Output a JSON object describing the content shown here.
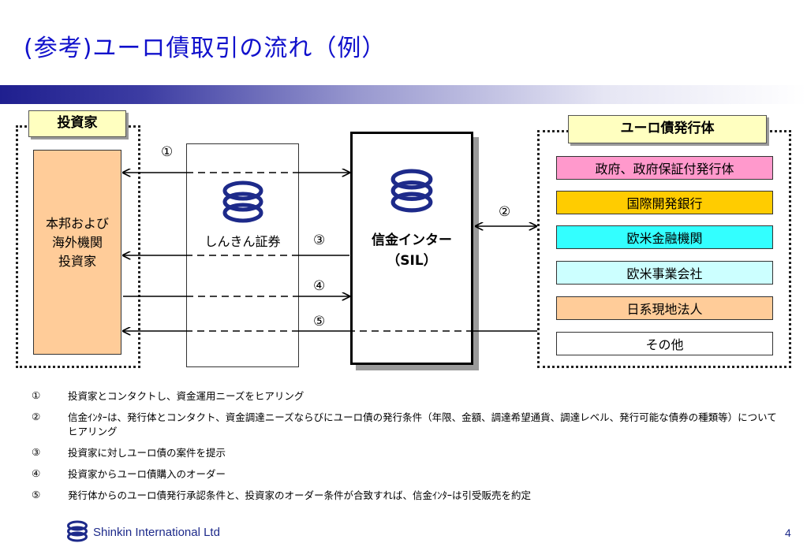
{
  "title": "(参考)ユーロ債取引の流れ（例）",
  "investor": {
    "tag": "投資家",
    "box_lines": [
      "本邦および",
      "海外機関",
      "投資家"
    ]
  },
  "shinkin_securities": {
    "name": "しんきん証券"
  },
  "sil": {
    "name": "信金インター",
    "abbr": "（SIL）"
  },
  "issuer": {
    "tag": "ユーロ債発行体",
    "items": [
      {
        "label": "政府、政府保証付発行体",
        "color": "#ff99cc"
      },
      {
        "label": "国際開発銀行",
        "color": "#ffcc00"
      },
      {
        "label": "欧米金融機関",
        "color": "#33ffff"
      },
      {
        "label": "欧米事業会社",
        "color": "#ccffff"
      },
      {
        "label": "日系現地法人",
        "color": "#ffcc99"
      },
      {
        "label": "その他",
        "color": "#ffffff"
      }
    ]
  },
  "flow_markers": [
    "①",
    "②",
    "③",
    "④",
    "⑤"
  ],
  "notes": [
    {
      "num": "①",
      "text": "投資家とコンタクトし、資金運用ニーズをヒアリング"
    },
    {
      "num": "②",
      "text": "信金ｲﾝﾀｰは、発行体とコンタクト、資金調達ニーズならびにユーロ債の発行条件（年限、金額、調達希望通貨、調達レベル、発行可能な債券の種類等）についてヒアリング"
    },
    {
      "num": "③",
      "text": "投資家に対しユーロ債の案件を提示"
    },
    {
      "num": "④",
      "text": "投資家からユーロ債購入のオーダー"
    },
    {
      "num": "⑤",
      "text": "発行体からのユーロ債発行承認条件と、投資家のオーダー条件が合致すれば、信金ｲﾝﾀｰは引受販売を約定"
    }
  ],
  "footer": {
    "company": "Shinkin International Ltd",
    "page": "4"
  },
  "colors": {
    "title": "#1111cc",
    "investor_box": "#ffcc99",
    "tag_bg": "#ffffc0",
    "logo": "#1d2a8a"
  },
  "icons": {
    "logo": "shinkin-logo-icon"
  }
}
